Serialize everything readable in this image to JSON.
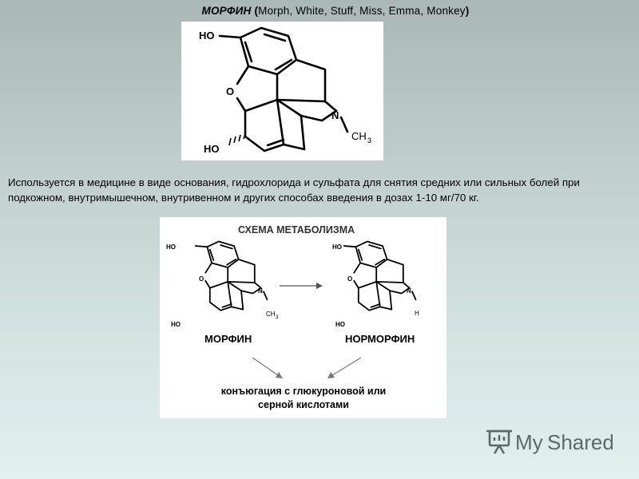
{
  "title": {
    "main": "МОРФИН",
    "paren_open": "(",
    "aliases": "Morph, White, Stuff, Miss, Emma, Monkey",
    "paren_close": ")"
  },
  "structure_top": {
    "ho_top": "HO",
    "o": "O",
    "n": "N",
    "ch3": "CH",
    "sub3": "3",
    "ho_bottom": "HO"
  },
  "description": "Используется в медицине в виде основания, гидрохлорида и сульфата для снятия средних или сильных болей при подкожном, внутримышечном, внутривенном и других способах введения в дозах 1-10 мг/70 кг.",
  "scheme": {
    "title": "СХЕМА МЕТАБОЛИЗМА",
    "left_caption": "МОРФИН",
    "right_caption": "НОРМОРФИН",
    "conclusion_line1": "конъюгация с глюкуроновой или",
    "conclusion_line2": "серной кислотами",
    "left_labels": {
      "ho_top": "HO",
      "o": "O",
      "n": "N",
      "ch3": "CH",
      "sub3": "3",
      "ho_bottom": "HO"
    },
    "right_labels": {
      "ho_top": "HO",
      "o": "O",
      "n": "N",
      "h": "H",
      "ho_bottom": "HO"
    }
  },
  "logo": {
    "text_my": "My",
    "text_shared": "Shared",
    "icon": "presentation-board-icon"
  },
  "colors": {
    "bg_top": "#a9b8b5",
    "bg_bottom": "#e2f0ee",
    "logo": "#5b6b69"
  }
}
